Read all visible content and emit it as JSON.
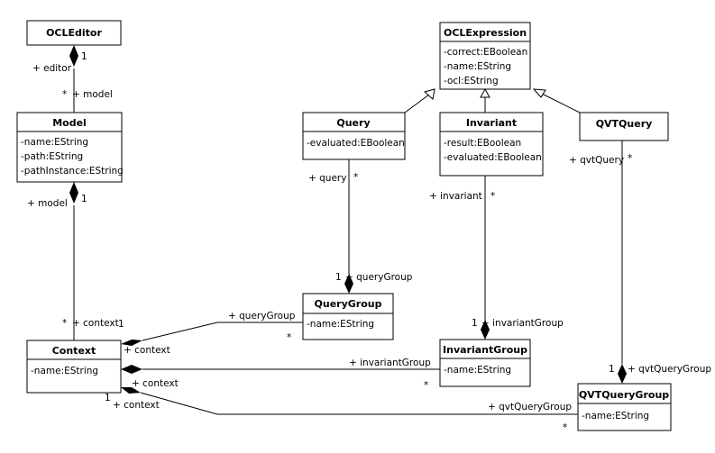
{
  "classes": {
    "ocl_editor": {
      "name": "OCLEditor"
    },
    "model": {
      "name": "Model",
      "attributes": [
        "-name:EString",
        "-path:EString",
        "-pathInstance:EString"
      ]
    },
    "ocl_expression": {
      "name": "OCLExpression",
      "attributes": [
        "-correct:EBoolean",
        "-name:EString",
        "-ocl:EString"
      ]
    },
    "query": {
      "name": "Query",
      "attributes": [
        "-evaluated:EBoolean"
      ]
    },
    "invariant": {
      "name": "Invariant",
      "attributes": [
        "-result:EBoolean",
        "-evaluated:EBoolean"
      ]
    },
    "qvt_query": {
      "name": "QVTQuery"
    },
    "query_group": {
      "name": "QueryGroup",
      "attributes": [
        "-name:EString"
      ]
    },
    "invariant_group": {
      "name": "InvariantGroup",
      "attributes": [
        "-name:EString"
      ]
    },
    "qvt_query_group": {
      "name": "QVTQueryGroup",
      "attributes": [
        "-name:EString"
      ]
    },
    "context": {
      "name": "Context",
      "attributes": [
        "-name:EString"
      ]
    }
  },
  "labels": {
    "editor_role": "+ editor",
    "editor_mult": "1",
    "model_role_top": "+ model",
    "model_mult_top": "*",
    "model_role_bottom": "+ model",
    "model_mult_bottom": "1",
    "context_role_top": "+ context",
    "context_mult_top": "*",
    "query_role": "+ query",
    "query_mult": "*",
    "query_group_role_bottom": "+ queryGroup",
    "query_group_mult_bottom": "1",
    "invariant_role": "+ invariant",
    "invariant_mult": "*",
    "invariant_group_role_top": "+ invariantGroup",
    "invariant_group_mult_top": "1",
    "qvt_query_role": "+ qvtQuery",
    "qvt_query_mult": "*",
    "qvt_query_group_role_top": "+ qvtQueryGroup",
    "qvt_query_group_mult_top": "1",
    "qg_assoc_role": "+ queryGroup",
    "qg_assoc_mult_one": "1",
    "qg_assoc_mult_star": "*",
    "ctx_role_1": "+ context",
    "ig_assoc_role": "+ invariantGroup",
    "ig_assoc_mult_star": "*",
    "ctx_role_2": "+ context",
    "qvtg_assoc_role": "+ qvtQueryGroup",
    "qvtg_assoc_mult_star": "*",
    "ctx_role_3": "+ context",
    "ctx_mult_3": "1"
  }
}
